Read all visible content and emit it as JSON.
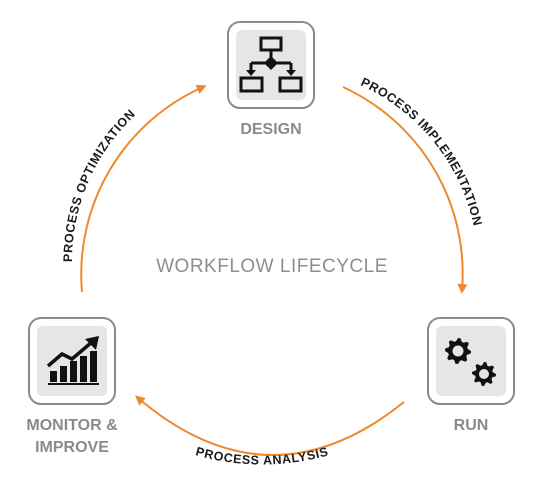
{
  "title": "WORKFLOW LIFECYCLE",
  "stages": {
    "design": {
      "label": "DESIGN",
      "icon": "flowchart-icon"
    },
    "run": {
      "label": "RUN",
      "icon": "gears-icon"
    },
    "monitor": {
      "label_line1": "MONITOR &",
      "label_line2": "IMPROVE",
      "icon": "growth-chart-icon"
    }
  },
  "transitions": {
    "implementation": "PROCESS IMPLEMENTATION",
    "analysis": "PROCESS ANALYSIS",
    "optimization": "PROCESS OPTIMIZATION"
  },
  "colors": {
    "arrow": "#f0882c",
    "box_border": "#8a8a8a",
    "box_fill": "#e6e6e6",
    "icon": "#111111",
    "caption": "#8a8a8a"
  }
}
